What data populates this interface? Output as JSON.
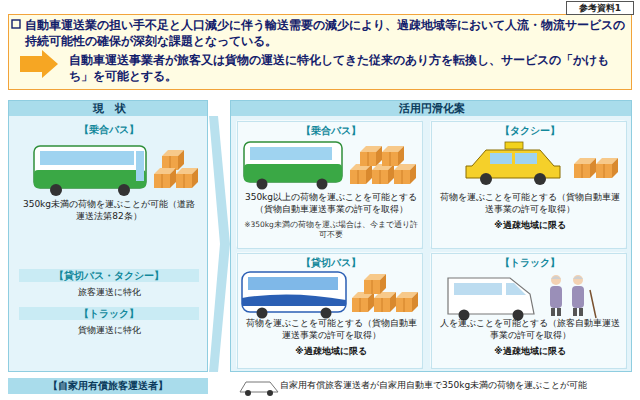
{
  "diagram": {
    "nodes": [
      {
        "text": [
          "自動車運送業の担い手不足と人口減少に伴う輸送需要の減少により、過疎地域等において人流・物流サービスの持続可能性の確保が深刻な課題となっている。",
          "自動車運送事業者が旅客又は貨物の運送に特化してきた従来のあり方を転換し、サービスの「かけもち」を可能とする。"
        ]
      },
      {
        "text": [
          "現　状",
          "【乗合バス】",
          "350kg未満の荷物を運ぶことが可能（道路運送法第82条）",
          "【貸切バス・タクシー】",
          "旅客運送に特化",
          "【トラック】",
          "貨物運送に特化"
        ]
      },
      {
        "text": [
          "活用円滑化案"
        ]
      },
      {
        "text": [
          "【乗合バス】",
          "350kg以上の荷物を運ぶことを可能とする（貨物自動車運送事業の許可を取得）",
          "※350kg未満の荷物を運ぶ場合は、今まで通り許可不要"
        ],
        "in": 2
      },
      {
        "text": [
          "【タクシー】",
          "荷物を運ぶことを可能とする（貨物自動車運送事業の許可を取得）",
          "※過疎地域に限る"
        ],
        "in": 2
      },
      {
        "text": [
          "【貸切バス】",
          "荷物を運ぶことを可能とする（貨物自動車運送事業の許可を取得）",
          "※過疎地域に限る"
        ],
        "in": 2
      },
      {
        "text": [
          "【トラック】",
          "人を運ぶことを可能とする（旅客自動車運送事業の許可を取得）",
          "※過疎地域に限る"
        ],
        "in": 2
      },
      {
        "text": [
          "【自家用有償旅客運送者】",
          "自家用有償旅客運送者が自家用自動車で350kg未満の荷物を運ぶことが可能"
        ]
      }
    ],
    "labels": [
      "参考資料1"
    ]
  }
}
